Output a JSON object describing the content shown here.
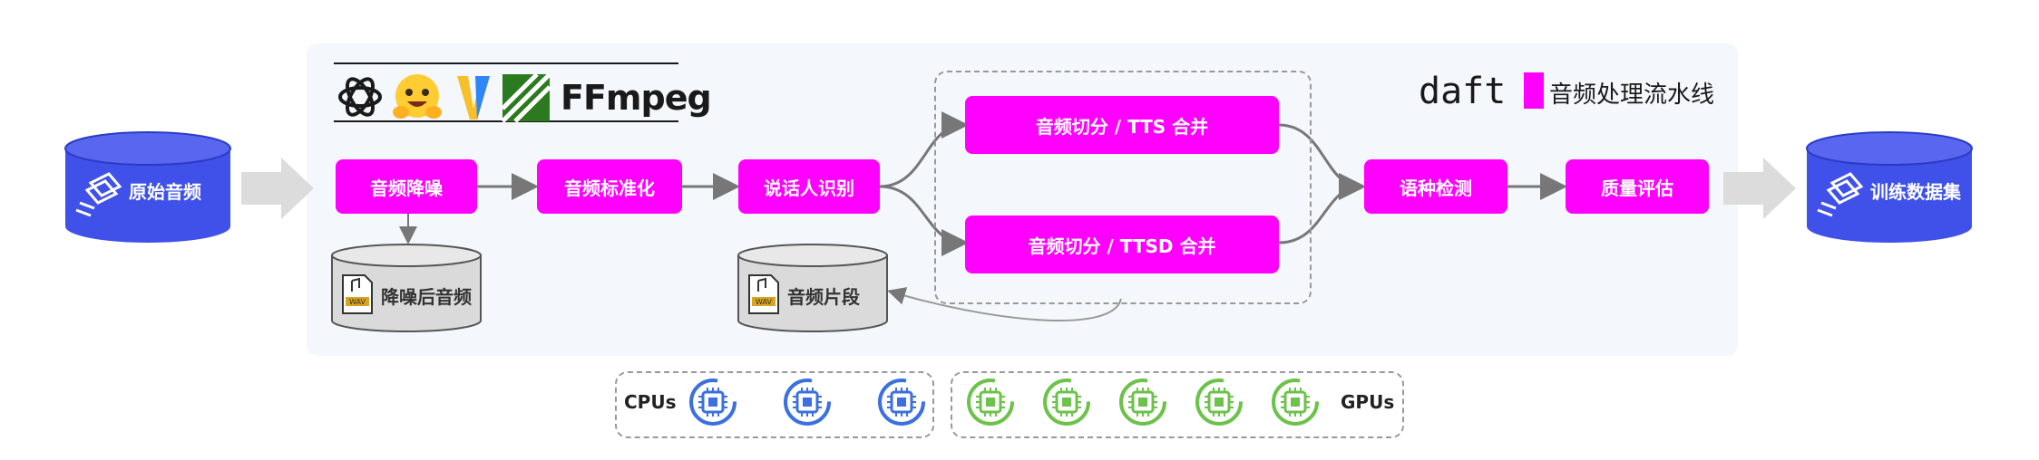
{
  "logos": {
    "ffmpeg": "FFmpeg"
  },
  "daft": {
    "brand": "daft",
    "title": "音频处理流水线"
  },
  "source": {
    "label": "原始音频"
  },
  "target": {
    "label": "训练数据集"
  },
  "steps": {
    "denoise": "音频降噪",
    "normalize": "音频标准化",
    "speaker": "说话人识别",
    "tts_merge": "音频切分 / TTS 合并",
    "ttsd_merge": "音频切分 / TTSD 合并",
    "lang": "语种检测",
    "quality": "质量评估"
  },
  "stores": {
    "denoised": "降噪后音频",
    "segments": "音频片段"
  },
  "resources": {
    "cpus_label": "CPUs",
    "gpus_label": "GPUs",
    "cpu_count": 3,
    "gpu_count": 5
  },
  "colors": {
    "accent": "#ff00ff",
    "db_blue": "#3f51e8",
    "cpu": "#3c6fe0",
    "gpu": "#6cc24a"
  }
}
